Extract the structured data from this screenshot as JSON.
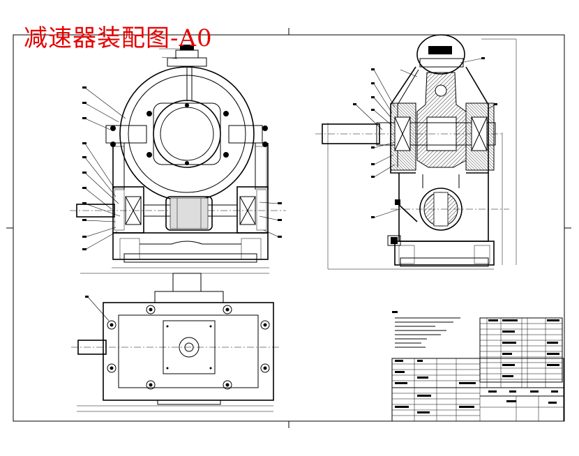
{
  "drawing": {
    "title": "减速器装配图-A0",
    "title_color": "#e60000",
    "line_color": "#000000",
    "background": "#ffffff"
  },
  "views": [
    {
      "name": "front-view"
    },
    {
      "name": "side-section-view"
    },
    {
      "name": "top-view"
    }
  ],
  "notes_block": {
    "name": "technical-requirements"
  },
  "title_block": {
    "name": "title-block"
  },
  "parts_list": {
    "name": "parts-list"
  }
}
